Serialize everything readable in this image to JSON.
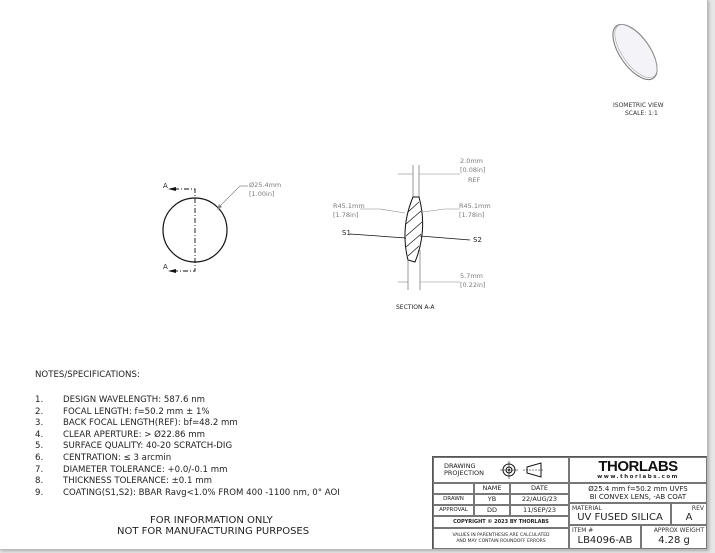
{
  "front_view": {
    "label_a_top": "A",
    "label_a_bottom": "A",
    "diameter_mm": "Ø25.4mm",
    "diameter_in": "[1.00in]"
  },
  "section_view": {
    "thickness_edge_mm": "2.0mm",
    "thickness_edge_in": "[0.08in]",
    "thickness_edge_ref": "REF",
    "r1_mm": "R45.1mm",
    "r1_in": "[1.78in]",
    "r2_mm": "R45.1mm",
    "r2_in": "[1.78in]",
    "s1": "S1",
    "s2": "S2",
    "center_thickness_mm": "5.7mm",
    "center_thickness_in": "[0.22in]",
    "title": "SECTION A-A"
  },
  "isometric": {
    "title": "ISOMETRIC VIEW",
    "scale": "SCALE: 1:1"
  },
  "notes": {
    "heading": "NOTES/SPECIFICATIONS:",
    "items": [
      {
        "num": "1.",
        "text": "DESIGN WAVELENGTH: 587.6 nm"
      },
      {
        "num": "2.",
        "text": "FOCAL LENGTH: f=50.2 mm ± 1%"
      },
      {
        "num": "3.",
        "text": "BACK FOCAL LENGTH(REF): bf=48.2 mm"
      },
      {
        "num": "4.",
        "text": "CLEAR APERTURE: > Ø22.86 mm"
      },
      {
        "num": "5.",
        "text": "SURFACE QUALITY: 40-20 SCRATCH-DIG"
      },
      {
        "num": "6.",
        "text": "CENTRATION: ≤ 3 arcmin"
      },
      {
        "num": "7.",
        "text": "DIAMETER TOLERANCE: +0.0/-0.1 mm"
      },
      {
        "num": "8.",
        "text": "THICKNESS TOLERANCE: ±0.1 mm"
      },
      {
        "num": "9.",
        "text": "COATING(S1,S2): BBAR Ravg<1.0% FROM 400 -1100 nm, 0° AOI"
      }
    ],
    "disclaimer_1": "FOR INFORMATION ONLY",
    "disclaimer_2": "NOT FOR MANUFACTURING PURPOSES"
  },
  "title_block": {
    "drawing_projection": "DRAWING PROJECTION",
    "col_name": "NAME",
    "col_date": "DATE",
    "drawn_label": "DRAWN",
    "drawn_name": "YB",
    "drawn_date": "22/AUG/23",
    "approval_label": "APPROVAL",
    "approval_name": "DD",
    "approval_date": "11/SEP/23",
    "copyright": "COPYRIGHT © 2023 BY THORLABS",
    "values_note": "VALUES IN PARENTHESIS ARE CALCULATED AND MAY CONTAIN ROUNDOFF ERRORS",
    "logo": "THORLABS",
    "website": "www.thorlabs.com",
    "desc_1": "Ø25.4 mm f=50.2 mm UVFS",
    "desc_2": "BI CONVEX LENS, -AB COAT",
    "material_label": "MATERIAL",
    "material": "UV FUSED SILICA",
    "rev_label": "REV",
    "rev": "A",
    "item_label": "ITEM #",
    "item": "LB4096-AB",
    "weight_label": "APPROX WEIGHT",
    "weight": "4.28 g"
  }
}
